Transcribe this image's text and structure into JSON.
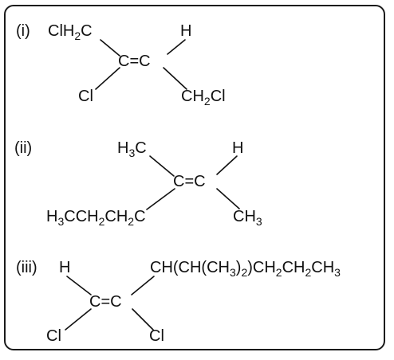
{
  "structures": [
    {
      "label": "(i)",
      "c1_sub_upper": [
        "ClH",
        "2",
        "C"
      ],
      "c1_sub_lower": [
        "Cl"
      ],
      "c2_sub_upper": [
        "H"
      ],
      "c2_sub_lower": [
        "CH",
        "2",
        "Cl"
      ],
      "double_bond": "C=C"
    },
    {
      "label": "(ii)",
      "c1_sub_upper": [
        "H",
        "3",
        "C"
      ],
      "c1_sub_lower": [
        "H",
        "3",
        "CCH",
        "2",
        "CH",
        "2",
        "C"
      ],
      "c2_sub_upper": [
        "H"
      ],
      "c2_sub_lower": [
        "CH",
        "3"
      ],
      "double_bond": "C=C"
    },
    {
      "label": "(iii)",
      "c1_sub_upper": [
        "H"
      ],
      "c1_sub_lower": [
        "Cl"
      ],
      "c2_sub_upper": [
        "CH(CH(CH",
        "3",
        ")",
        "2",
        ")CH",
        "2",
        "CH",
        "2",
        "CH",
        "3"
      ],
      "c2_sub_lower": [
        "Cl"
      ],
      "double_bond": "C=C"
    }
  ]
}
